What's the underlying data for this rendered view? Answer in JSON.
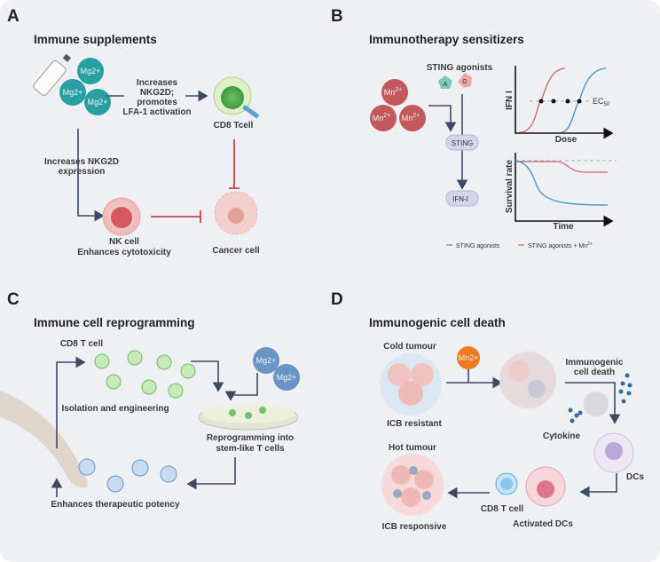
{
  "panels": {
    "a": {
      "letter": "A",
      "title": "Immune supplements",
      "ion": "Mg2+",
      "arrow_text": [
        "Increases",
        "NKG2D;",
        "promotes",
        "LFA-1 activation"
      ],
      "cd8": "CD8 Tcell",
      "nk_expr": [
        "Increases NKG2D",
        "expression"
      ],
      "nk": [
        "NK cell",
        "Enhances cytotoxicity"
      ],
      "cancer": "Cancer cell"
    },
    "b": {
      "letter": "B",
      "title": "Immunotherapy sensitizers",
      "ion": "Mn",
      "ion_sup": "2+",
      "sting_agonists": "STING agonists",
      "agonist_a": "A",
      "agonist_g": "G",
      "sting": "STING",
      "ifn": "IFN-I",
      "chart1": {
        "ylabel": "IFN I",
        "xlabel": "Dose",
        "ref": "EC",
        "ref_sub": "50"
      },
      "chart2": {
        "ylabel": "Survival rate",
        "xlabel": "Time"
      },
      "legend": [
        {
          "label": "STING agonists",
          "color": "#3b8fc8"
        },
        {
          "label": "STING agonists + Mn",
          "sup": "2+",
          "color": "#d0636a"
        }
      ]
    },
    "c": {
      "letter": "C",
      "title": "Immune cell reprogramming",
      "cd8": "CD8 T cell",
      "ion": "Mg2+",
      "isolation": "Isolation and engineering",
      "reprogram": [
        "Reprogramming into",
        "stem-like T cells"
      ],
      "potency": "Enhances therapeutic potency"
    },
    "d": {
      "letter": "D",
      "title": "Immunogenic cell death",
      "cold": "Cold tumour",
      "resistant": "ICB resistant",
      "ion": "Mn2+",
      "icd": [
        "Immunogenic",
        "cell death"
      ],
      "cytokine": "Cytokine",
      "dcs": "DCs",
      "activated": "Activated DCs",
      "cd8": "CD8 T cell",
      "hot": "Hot tumour",
      "responsive": "ICB responsive"
    }
  },
  "colors": {
    "background": "#eef0f4",
    "flow": "#3d4a66",
    "inhibit": "#c8444c",
    "mg": "#2a9fa2",
    "mn": "#c4585a",
    "mg_blue": "#6b94c6",
    "mn_orange": "#ee7a22"
  }
}
